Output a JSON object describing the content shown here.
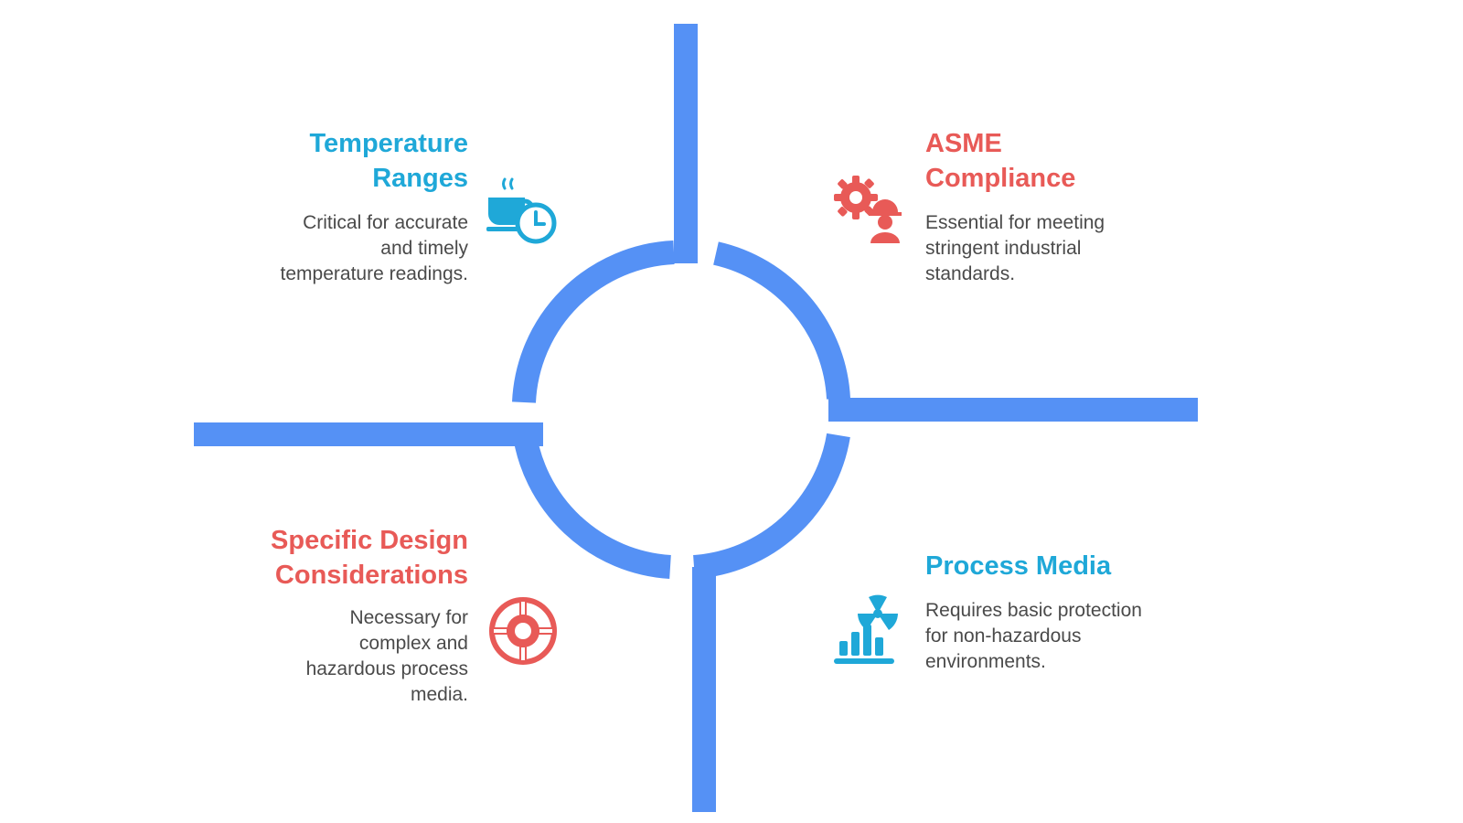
{
  "colors": {
    "ring": "#5591f5",
    "blue_accent": "#1fa8d8",
    "red_accent": "#e85a57",
    "body_text": "#4a4a4a"
  },
  "quadrants": {
    "top_left": {
      "title_lines": [
        "Temperature",
        "Ranges"
      ],
      "desc_lines": [
        "Critical for accurate",
        "and timely",
        "temperature readings."
      ],
      "icon": "coffee-cup-clock-icon"
    },
    "top_right": {
      "title_lines": [
        "ASME",
        "Compliance"
      ],
      "desc_lines": [
        "Essential for meeting",
        "stringent industrial",
        "standards."
      ],
      "icon": "gear-worker-icon"
    },
    "bottom_left": {
      "title_lines": [
        "Specific Design",
        "Considerations"
      ],
      "desc_lines": [
        "Necessary for",
        "complex and",
        "hazardous process",
        "media."
      ],
      "icon": "target-valve-icon"
    },
    "bottom_right": {
      "title_lines": [
        "Process Media"
      ],
      "desc_lines": [
        "Requires basic protection",
        "for non-hazardous",
        "environments."
      ],
      "icon": "radiation-chart-icon"
    }
  }
}
